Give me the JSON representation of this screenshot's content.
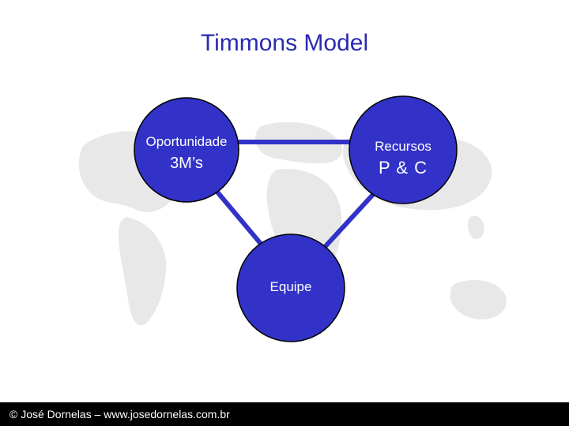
{
  "slide": {
    "title": "Timmons Model",
    "accent_color": "#3232c8",
    "title_color": "#2a2ab0"
  },
  "nodes": {
    "opportunity": {
      "label": "Oportunidade",
      "sub": "3M’s"
    },
    "resources": {
      "label": "Recursos",
      "sub": "P & C"
    },
    "team": {
      "label": "Equipe"
    }
  },
  "footer": {
    "text": "© José Dornelas – www.josedornelas.com.br"
  }
}
